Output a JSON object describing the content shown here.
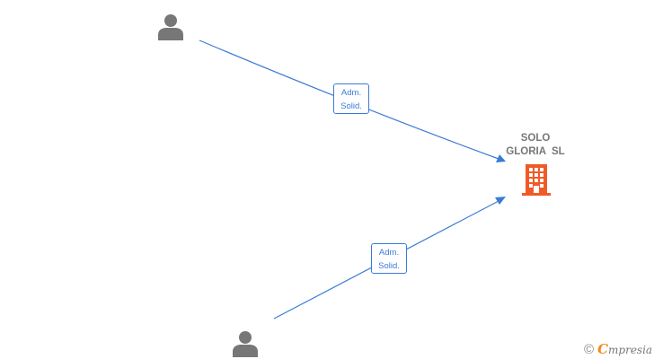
{
  "company": {
    "name_line1": "SOLO",
    "name_line2": "GLORIA  SL",
    "icon": "building-icon",
    "color": "#f05a28"
  },
  "people": [
    {
      "name": "",
      "icon": "person-icon",
      "color": "#777777"
    },
    {
      "name": "",
      "icon": "person-icon",
      "color": "#777777"
    }
  ],
  "relations": [
    {
      "from": "person-1",
      "to": "company",
      "label_line1": "Adm.",
      "label_line2": "Solid."
    },
    {
      "from": "person-2",
      "to": "company",
      "label_line1": "Adm.",
      "label_line2": "Solid."
    }
  ],
  "edge_color": "#3a7bd5",
  "watermark": {
    "copyright_symbol": "©",
    "brand_initial": "C",
    "brand_rest": "mpresia"
  }
}
